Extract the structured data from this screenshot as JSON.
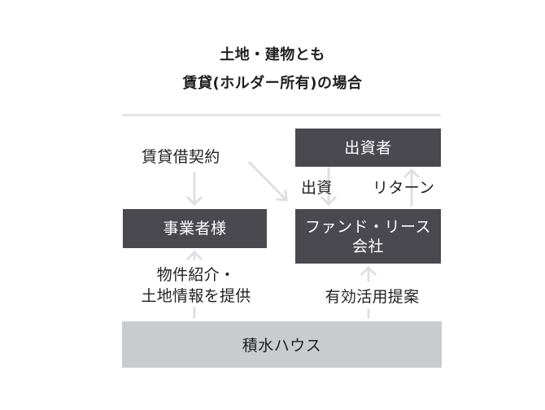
{
  "title": {
    "line1": "土地・建物とも",
    "line2": "賃貸(ホルダー所有)の場合"
  },
  "boxes": {
    "investor": "出資者",
    "business": "事業者様",
    "fund_line1": "ファンド・リース",
    "fund_line2": "会社",
    "sekisui": "積水ハウス"
  },
  "labels": {
    "lease_contract": "賃貸借契約",
    "investment": "出資",
    "return": "リターン",
    "intro_line1": "物件紹介・",
    "intro_line2": "土地情報を提供",
    "proposal": "有効活用提案"
  },
  "colors": {
    "dark_box": "#4a4950",
    "light_box": "#c9cccf",
    "arrow": "#e0e0e0",
    "divider": "#e6e6e6"
  }
}
